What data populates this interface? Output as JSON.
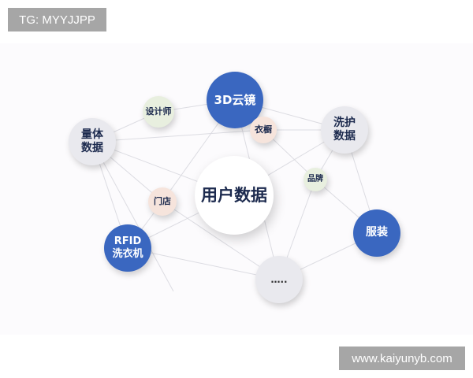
{
  "watermarks": {
    "top_left": "TG: MYYJJPP",
    "bottom_right": "www.kaiyunyb.com"
  },
  "colors": {
    "blue_node": "#3a67c0",
    "gray_node": "#e9e9ee",
    "green_node": "#e8efdf",
    "peach_node": "#f6e4dc",
    "center_node": "#ffffff",
    "edge": "#dcdce2",
    "text_dark": "#1c2a4e"
  },
  "diagram": {
    "center": {
      "label": "用户数据"
    },
    "nodes": {
      "cloud_mirror": {
        "label": "3D云镜"
      },
      "designer": {
        "label": "设计师"
      },
      "body_measure": {
        "line1": "量体",
        "line2": "数据"
      },
      "wardrobe": {
        "label": "衣橱"
      },
      "care_data": {
        "line1": "洗护",
        "line2": "数据"
      },
      "brand": {
        "label": "品牌"
      },
      "store": {
        "label": "门店"
      },
      "rfid_washer": {
        "line1": "RFID",
        "line2": "洗衣机"
      },
      "clothing": {
        "label": "服装"
      },
      "more": {
        "label": "….."
      }
    }
  }
}
